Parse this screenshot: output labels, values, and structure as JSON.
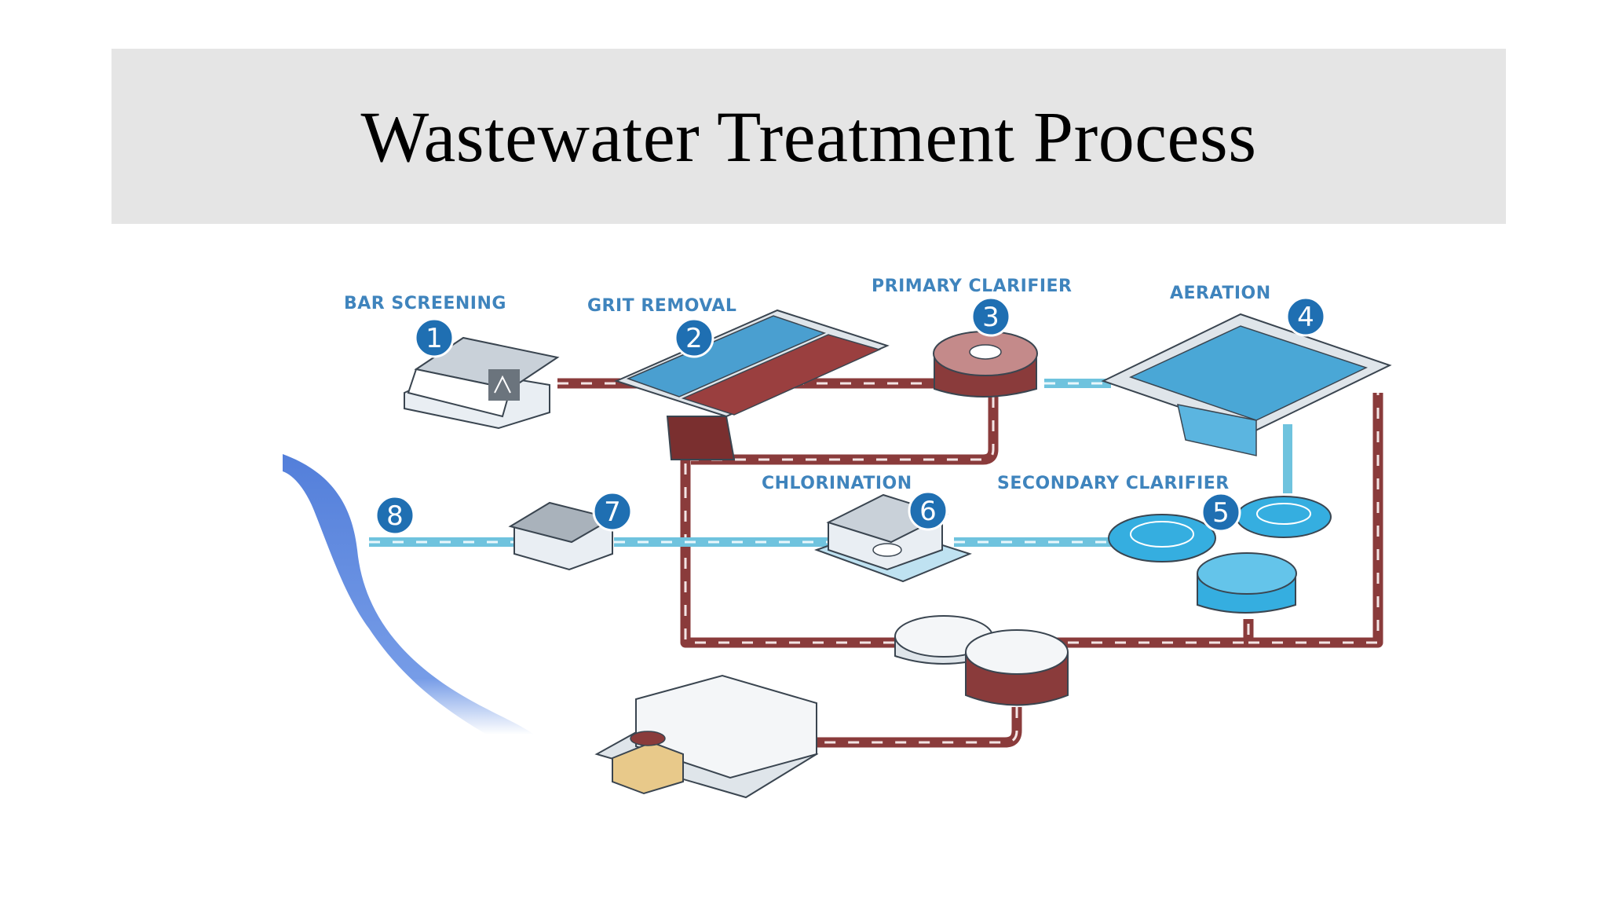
{
  "slide": {
    "title": "Wastewater Treatment Process"
  },
  "diagram": {
    "stages": [
      {
        "step": "1",
        "label": "BAR SCREENING"
      },
      {
        "step": "2",
        "label": "GRIT REMOVAL"
      },
      {
        "step": "3",
        "label": "PRIMARY CLARIFIER"
      },
      {
        "step": "4",
        "label": "AERATION"
      },
      {
        "step": "5",
        "label": "SECONDARY CLARIFIER"
      },
      {
        "step": "6",
        "label": "CHLORINATION"
      },
      {
        "step": "7",
        "label": ""
      },
      {
        "step": "8",
        "label": ""
      }
    ],
    "colors": {
      "label": "#3f84bd",
      "badge": "#1f6fb2",
      "sludge_pipe": "#8a3b3b",
      "water_pipe": "#6fc3de",
      "tank_water": "#35aee0",
      "river": "#4a78d8"
    }
  }
}
